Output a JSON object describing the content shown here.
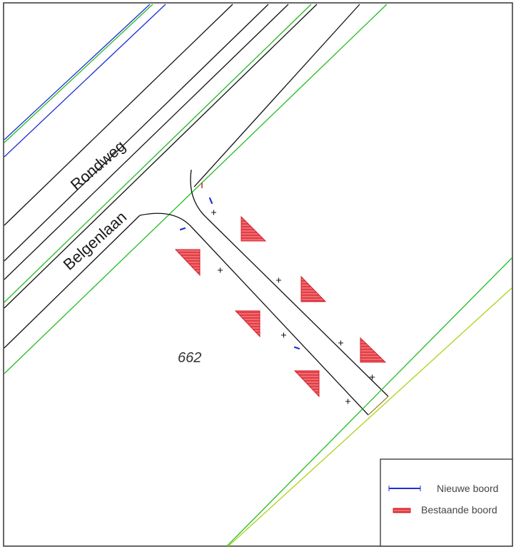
{
  "map": {
    "streets": [
      {
        "id": "rondweg",
        "name": "Rondweg"
      },
      {
        "id": "belgenlaan",
        "name": "Belgenlaan"
      }
    ],
    "parcel": {
      "number": "662"
    },
    "legend": {
      "items": [
        {
          "label": "Nieuwe boord",
          "symbol": "blue-line",
          "color": "#1f2fd0"
        },
        {
          "label": "Bestaande boord",
          "symbol": "red-hatched-bar",
          "color": "#e8343c"
        }
      ]
    },
    "colors": {
      "road_edge": "#111111",
      "parcel_boundary": "#22bb22",
      "parcel_boundary_alt": "#a8d414",
      "existing_curb": "#e8343c",
      "new_curb": "#1f2fd0",
      "frame": "#333333"
    }
  }
}
